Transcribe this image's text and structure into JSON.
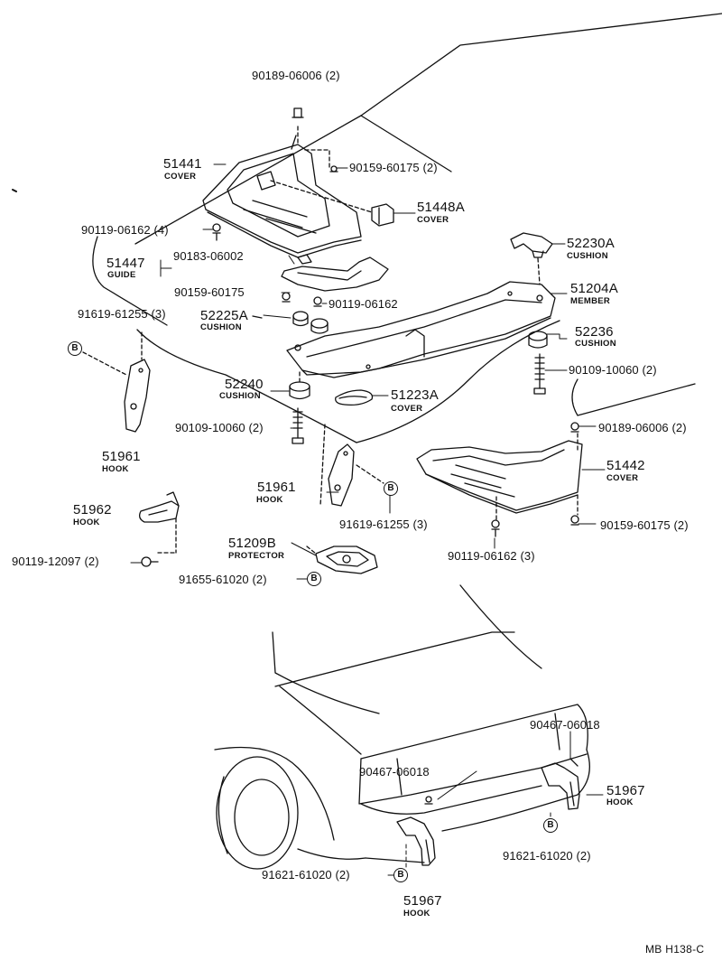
{
  "ref_marker": "B",
  "drawing_id": "MB H138-C",
  "callouts": {
    "c1": {
      "num": "90189-06006 (2)"
    },
    "c2": {
      "num": "51441",
      "sub": "COVER"
    },
    "c3": {
      "num": "90159-60175 (2)"
    },
    "c4": {
      "num": "51448A",
      "sub": "COVER"
    },
    "c5": {
      "num": "90119-06162 (4)"
    },
    "c6": {
      "num": "52230A",
      "sub": "CUSHION"
    },
    "c7": {
      "num": "90183-06002"
    },
    "c8": {
      "num": "51447",
      "sub": "GUIDE"
    },
    "c9": {
      "num": "51204A",
      "sub": "MEMBER"
    },
    "c10": {
      "num": "90159-60175"
    },
    "c11": {
      "num": "90119-06162"
    },
    "c12": {
      "num": "91619-61255 (3)"
    },
    "c13": {
      "num": "52225A",
      "sub": "CUSHION"
    },
    "c14": {
      "num": "52236",
      "sub": "CUSHION"
    },
    "c15": {
      "num": "90109-10060 (2)"
    },
    "c16": {
      "num": "52240",
      "sub": "CUSHION"
    },
    "c17": {
      "num": "51223A",
      "sub": "COVER"
    },
    "c18": {
      "num": "90109-10060 (2)"
    },
    "c19": {
      "num": "90189-06006 (2)"
    },
    "c20": {
      "num": "51961",
      "sub": "HOOK"
    },
    "c21": {
      "num": "51442",
      "sub": "COVER"
    },
    "c22": {
      "num": "51961",
      "sub": "HOOK"
    },
    "c23": {
      "num": "51962",
      "sub": "HOOK"
    },
    "c24": {
      "num": "91619-61255 (3)"
    },
    "c25": {
      "num": "90159-60175 (2)"
    },
    "c26": {
      "num": "51209B",
      "sub": "PROTECTOR"
    },
    "c27": {
      "num": "90119-12097 (2)"
    },
    "c28": {
      "num": "90119-06162 (3)"
    },
    "c29": {
      "num": "91655-61020 (2)"
    },
    "c30": {
      "num": "90467-06018"
    },
    "c31": {
      "num": "90467-06018"
    },
    "c32": {
      "num": "51967",
      "sub": "HOOK"
    },
    "c33": {
      "num": "91621-61020 (2)"
    },
    "c34": {
      "num": "91621-61020 (2)"
    },
    "c35": {
      "num": "51967",
      "sub": "HOOK"
    }
  }
}
